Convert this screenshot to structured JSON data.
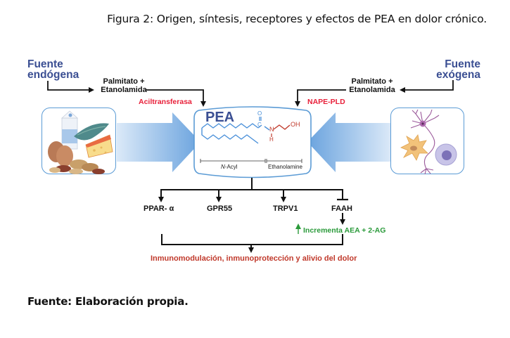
{
  "figure": {
    "title": "Figura 2: Origen, síntesis, receptores y efectos de PEA en dolor crónico.",
    "source_note": "Fuente: Elaboración propia."
  },
  "sources": {
    "left": {
      "label_line1": "Fuente",
      "label_line2": "endógena",
      "substrate_line1": "Palmitato +",
      "substrate_line2": "Etanolamida",
      "enzyme": "Aciltransferasa",
      "image": "food-illustration"
    },
    "right": {
      "label_line1": "Fuente",
      "label_line2": "exógena",
      "substrate_line1": "Palmitato +",
      "substrate_line2": "Etanolamida",
      "enzyme": "NAPE-PLD",
      "image": "neural-cells-illustration"
    }
  },
  "molecule": {
    "name": "PEA",
    "segment_left": "N-Acyl",
    "segment_left_italic": "N",
    "segment_left_rest": "-Acyl",
    "segment_right": "Ethanolamine",
    "atom_o": "O",
    "atom_c": "C",
    "atom_n": "N",
    "atom_h": "H",
    "atom_oh": "OH"
  },
  "targets": [
    {
      "label": "PPAR- α",
      "relation": "activates"
    },
    {
      "label": "GPR55",
      "relation": "activates"
    },
    {
      "label": "TRPV1",
      "relation": "activates"
    },
    {
      "label": "FAAH",
      "relation": "inhibits"
    }
  ],
  "faah_effect": {
    "arrow": "↑",
    "label": "Incrementa AEA + 2-AG"
  },
  "outcome": "Inmunomodulación, inmunoprotección y alivio del dolor",
  "colors": {
    "source_label": "#3b4f93",
    "enzyme": "#e8203a",
    "molecule_acyl": "#4a90d9",
    "molecule_ethanolamine": "#c0392b",
    "panel_border": "#5b9bd5",
    "increase": "#2a9a3a",
    "outcome": "#c0392b"
  }
}
